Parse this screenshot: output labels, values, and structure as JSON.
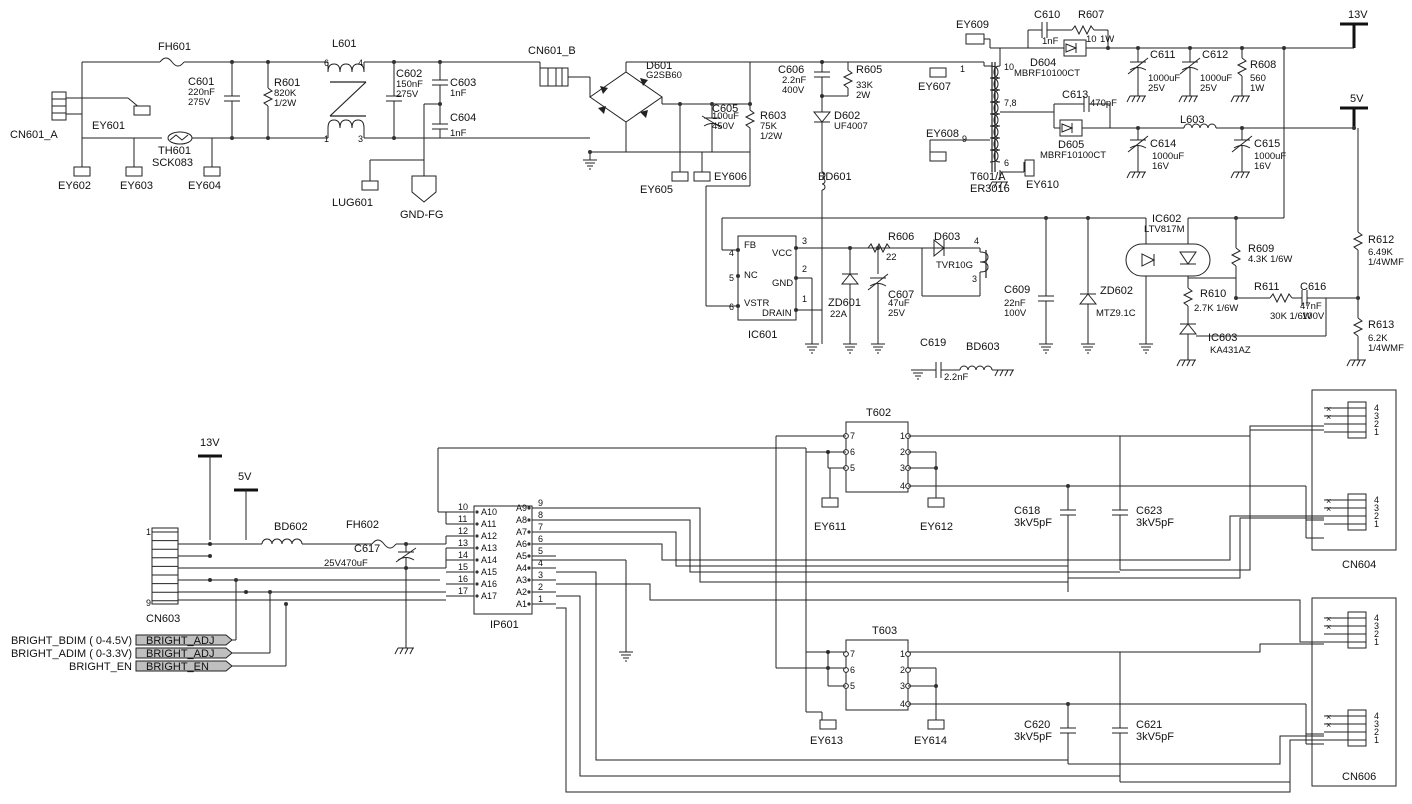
{
  "labels": {
    "fh601": "FH601",
    "l601": "L601",
    "cn601b": "CN601_B",
    "d601": "D601",
    "d601v": "G2SB60",
    "c601": "C601",
    "c601a": "220nF",
    "c601b": "275V",
    "r601": "R601",
    "r601a": "820K",
    "r601b": "1/2W",
    "c602": "C602",
    "c602a": "150nF",
    "c602b": "275V",
    "c603": "C603",
    "c603a": "1nF",
    "c604": "C604",
    "c604a": "1nF",
    "cn601a": "CN601_A",
    "ey601": "EY601",
    "th601": "TH601",
    "sck083": "SCK083",
    "ey602": "EY602",
    "ey603": "EY603",
    "ey604": "EY604",
    "lug601": "LUG601",
    "gndfg": "GND-FG",
    "ey605": "EY605",
    "ey606": "EY606",
    "c605": "C605",
    "c605a": "100uF",
    "c605b": "450V",
    "r603": "R603",
    "r603a": "75K",
    "r603b": "1/2W",
    "c606": "C606",
    "c606a": "2.2nF",
    "c606b": "400V",
    "r605": "R605",
    "r605a": "33K",
    "r605b": "2W",
    "d602": "D602",
    "d602v": "UF4007",
    "bd601": "BD601",
    "ey609": "EY609",
    "c610": "C610",
    "c610a": "1nF",
    "r607": "R607",
    "r607a": "10",
    "r607b": "1W",
    "d604": "D604",
    "d604v": "MBRF10100CT",
    "c611": "C611",
    "c611a": "1000uF",
    "c611b": "25V",
    "c612": "C612",
    "c612a": "1000uF",
    "c612b": "25V",
    "r608": "R608",
    "r608a": "560",
    "r608b": "1W",
    "v13": "13V",
    "v5": "5V",
    "ey607": "EY607",
    "ey608": "EY608",
    "c613": "C613",
    "c613a": "470pF",
    "l603": "L603",
    "d605": "D605",
    "d605v": "MBRF10100CT",
    "c614": "C614",
    "c614a": "1000uF",
    "c614b": "16V",
    "c615": "C615",
    "c615a": "1000uF",
    "c615b": "16V",
    "t601": "T601/A",
    "er3016": "ER3016",
    "ey610": "EY610",
    "ic602": "IC602",
    "ltv817m": "LTV817M",
    "r609": "R609",
    "r609a": "4.3K 1/6W",
    "r612": "R612",
    "r612a": "6.49K",
    "r612b": "1/4WMF",
    "fb": "FB",
    "vcc": "VCC",
    "nc": "NC",
    "gnd": "GND",
    "vstr": "VSTR",
    "drain": "DRAIN",
    "ic601": "IC601",
    "r606": "R606",
    "r606a": "22",
    "d603": "D603",
    "d603v": "TVR10G",
    "zd601": "ZD601",
    "zd601a": "22A",
    "c607": "C607",
    "c607a": "47uF",
    "c607b": "25V",
    "c609": "C609",
    "c609a": "22nF",
    "c609b": "100V",
    "zd602": "ZD602",
    "mtz91c": "MTZ9.1C",
    "r610": "R610",
    "r610a": "2.7K 1/6W",
    "r611": "R611",
    "r611a": "30K 1/6W",
    "c616": "C616",
    "c616a": "47nF",
    "c616b": "100V",
    "ic603": "IC603",
    "ka431az": "KA431AZ",
    "r613": "R613",
    "r613a": "6.2K",
    "r613b": "1/4WMF",
    "c619": "C619",
    "c619a": "2.2nF",
    "bd603": "BD603",
    "t602": "T602",
    "t603": "T603",
    "ey611": "EY611",
    "ey612": "EY612",
    "ey613": "EY613",
    "ey614": "EY614",
    "c618": "C618",
    "c618a": "3kV5pF",
    "c623": "C623",
    "c623a": "3kV5pF",
    "c620": "C620",
    "c620a": "3kV5pF",
    "c621": "C621",
    "c621a": "3kV5pF",
    "cn604": "CN604",
    "cn606": "CN606",
    "v13b": "13V",
    "v5b": "5V",
    "bd602": "BD602",
    "fh602": "FH602",
    "c617": "C617",
    "c617a": "25V470uF",
    "cn603": "CN603",
    "ip601": "IP601",
    "p1": "1",
    "p9": "9"
  },
  "ip601_left_pins": [
    {
      "num": "10",
      "name": "A10"
    },
    {
      "num": "11",
      "name": "A11"
    },
    {
      "num": "12",
      "name": "A12"
    },
    {
      "num": "13",
      "name": "A13"
    },
    {
      "num": "14",
      "name": "A14"
    },
    {
      "num": "15",
      "name": "A15"
    },
    {
      "num": "16",
      "name": "A16"
    },
    {
      "num": "17",
      "name": "A17"
    }
  ],
  "ip601_right_pins": [
    {
      "num": "9",
      "name": "A9"
    },
    {
      "num": "8",
      "name": "A8"
    },
    {
      "num": "7",
      "name": "A7"
    },
    {
      "num": "6",
      "name": "A6"
    },
    {
      "num": "5",
      "name": "A5"
    },
    {
      "num": "4",
      "name": "A4"
    },
    {
      "num": "3",
      "name": "A3"
    },
    {
      "num": "2",
      "name": "A2"
    },
    {
      "num": "1",
      "name": "A1"
    }
  ],
  "bright_signals": [
    {
      "desc": "BRIGHT_BDIM ( 0-4.5V)",
      "tag": "BRIGHT_ADJ"
    },
    {
      "desc": "BRIGHT_ADIM ( 0-3.3V)",
      "tag": "BRIGHT_ADJ"
    },
    {
      "desc": "BRIGHT_EN",
      "tag": "BRIGHT_EN"
    }
  ],
  "connector_pins": [
    "4",
    "3",
    "2",
    "1"
  ],
  "transformer_pins": {
    "p7": "7",
    "p6": "6",
    "p5": "5",
    "p1": "1",
    "p2": "2",
    "p3": "3",
    "p4": "4"
  },
  "t601_pins": {
    "p1": "1",
    "p10": "10",
    "p78": "7,8",
    "p9": "9",
    "p6": "6"
  },
  "ic601_pins": {
    "p3": "3",
    "p4": "4",
    "p5": "5",
    "p6": "6",
    "p2": "2",
    "p1": "1"
  },
  "d603_pins": {
    "p4": "4",
    "p3": "3"
  },
  "l601_pins": {
    "p6": "6",
    "p4": "4",
    "p1": "1",
    "p3": "3"
  }
}
